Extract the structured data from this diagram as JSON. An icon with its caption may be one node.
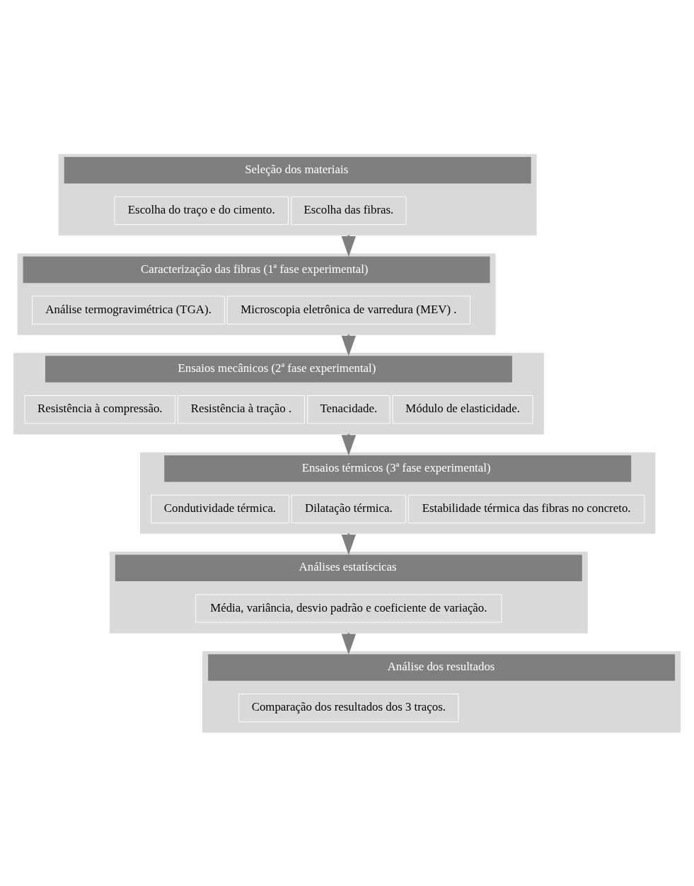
{
  "diagram": {
    "nodes": [
      {
        "text": [
          "Seleção dos materiais"
        ]
      },
      {
        "text": [
          "Escolha do traço e do cimento."
        ],
        "in": 0
      },
      {
        "text": [
          "Escolha das fibras."
        ],
        "in": 0
      },
      {
        "text": [
          "Caracterização das fibras (1ª fase experimental)"
        ]
      },
      {
        "text": [
          "Análise termogravimétrica (TGA)."
        ],
        "in": 3
      },
      {
        "text": [
          "Microscopia eletrônica de varredura (MEV) ."
        ],
        "in": 3
      },
      {
        "text": [
          "Ensaios mecânicos (2ª fase experimental)"
        ]
      },
      {
        "text": [
          "Resistência à compressão."
        ],
        "in": 6
      },
      {
        "text": [
          "Resistência à tração ."
        ],
        "in": 6
      },
      {
        "text": [
          "Tenacidade."
        ],
        "in": 6
      },
      {
        "text": [
          "Módulo de elasticidade."
        ],
        "in": 6
      },
      {
        "text": [
          "Ensaios térmicos (3ª fase experimental)"
        ]
      },
      {
        "text": [
          "Condutividade térmica."
        ],
        "in": 11
      },
      {
        "text": [
          "Dilatação térmica."
        ],
        "in": 11
      },
      {
        "text": [
          "Estabilidade térmica das fibras no concreto."
        ],
        "in": 11
      },
      {
        "text": [
          "Análises estatíscicas"
        ]
      },
      {
        "text": [
          "Média, variância, desvio padrão e coeficiente de variação."
        ],
        "in": 15
      },
      {
        "text": [
          "Análise dos resultados"
        ]
      },
      {
        "text": [
          "Comparação dos resultados dos 3 traços."
        ],
        "in": 17
      }
    ],
    "edges": [
      {
        "from": 0,
        "to": 3,
        "arrow": "to"
      },
      {
        "from": 3,
        "to": 6,
        "arrow": "to"
      },
      {
        "from": 6,
        "to": 11,
        "arrow": "to"
      },
      {
        "from": 11,
        "to": 15,
        "arrow": "to"
      },
      {
        "from": 15,
        "to": 17,
        "arrow": "to"
      }
    ]
  }
}
